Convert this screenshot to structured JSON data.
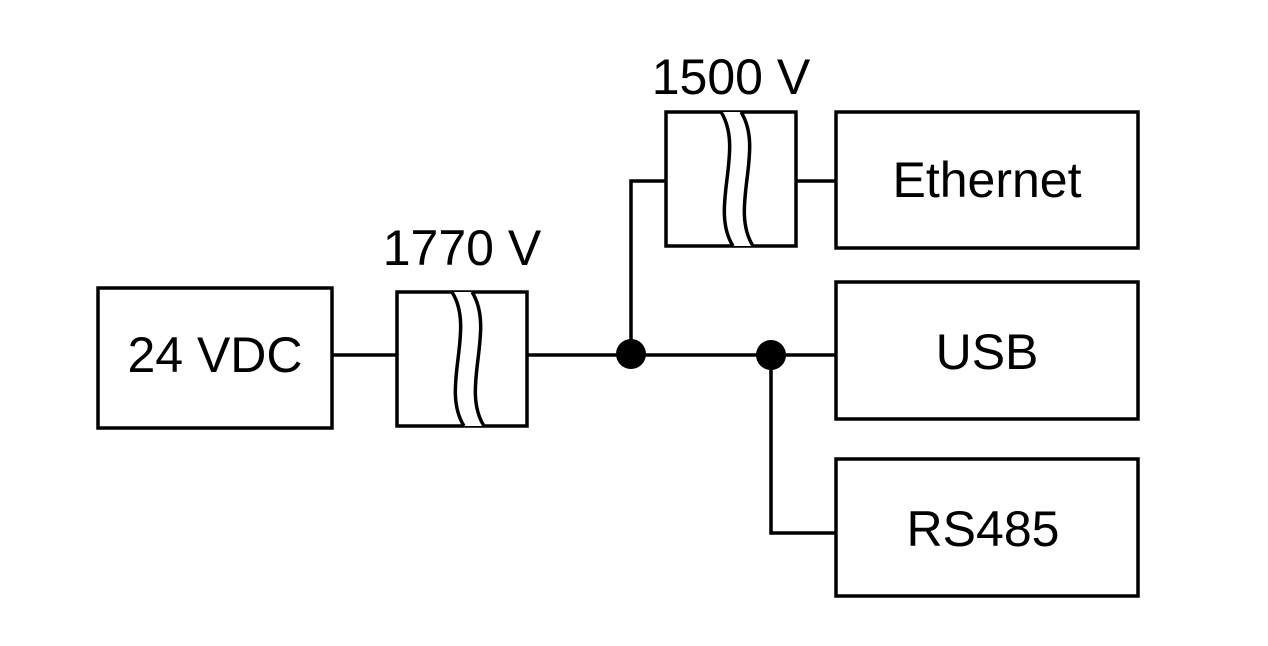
{
  "blocks": {
    "power": "24 VDC",
    "ethernet": "Ethernet",
    "usb": "USB",
    "rs485": "RS485"
  },
  "isolation": {
    "main_voltage": "1770 V",
    "ethernet_voltage": "1500 V"
  }
}
